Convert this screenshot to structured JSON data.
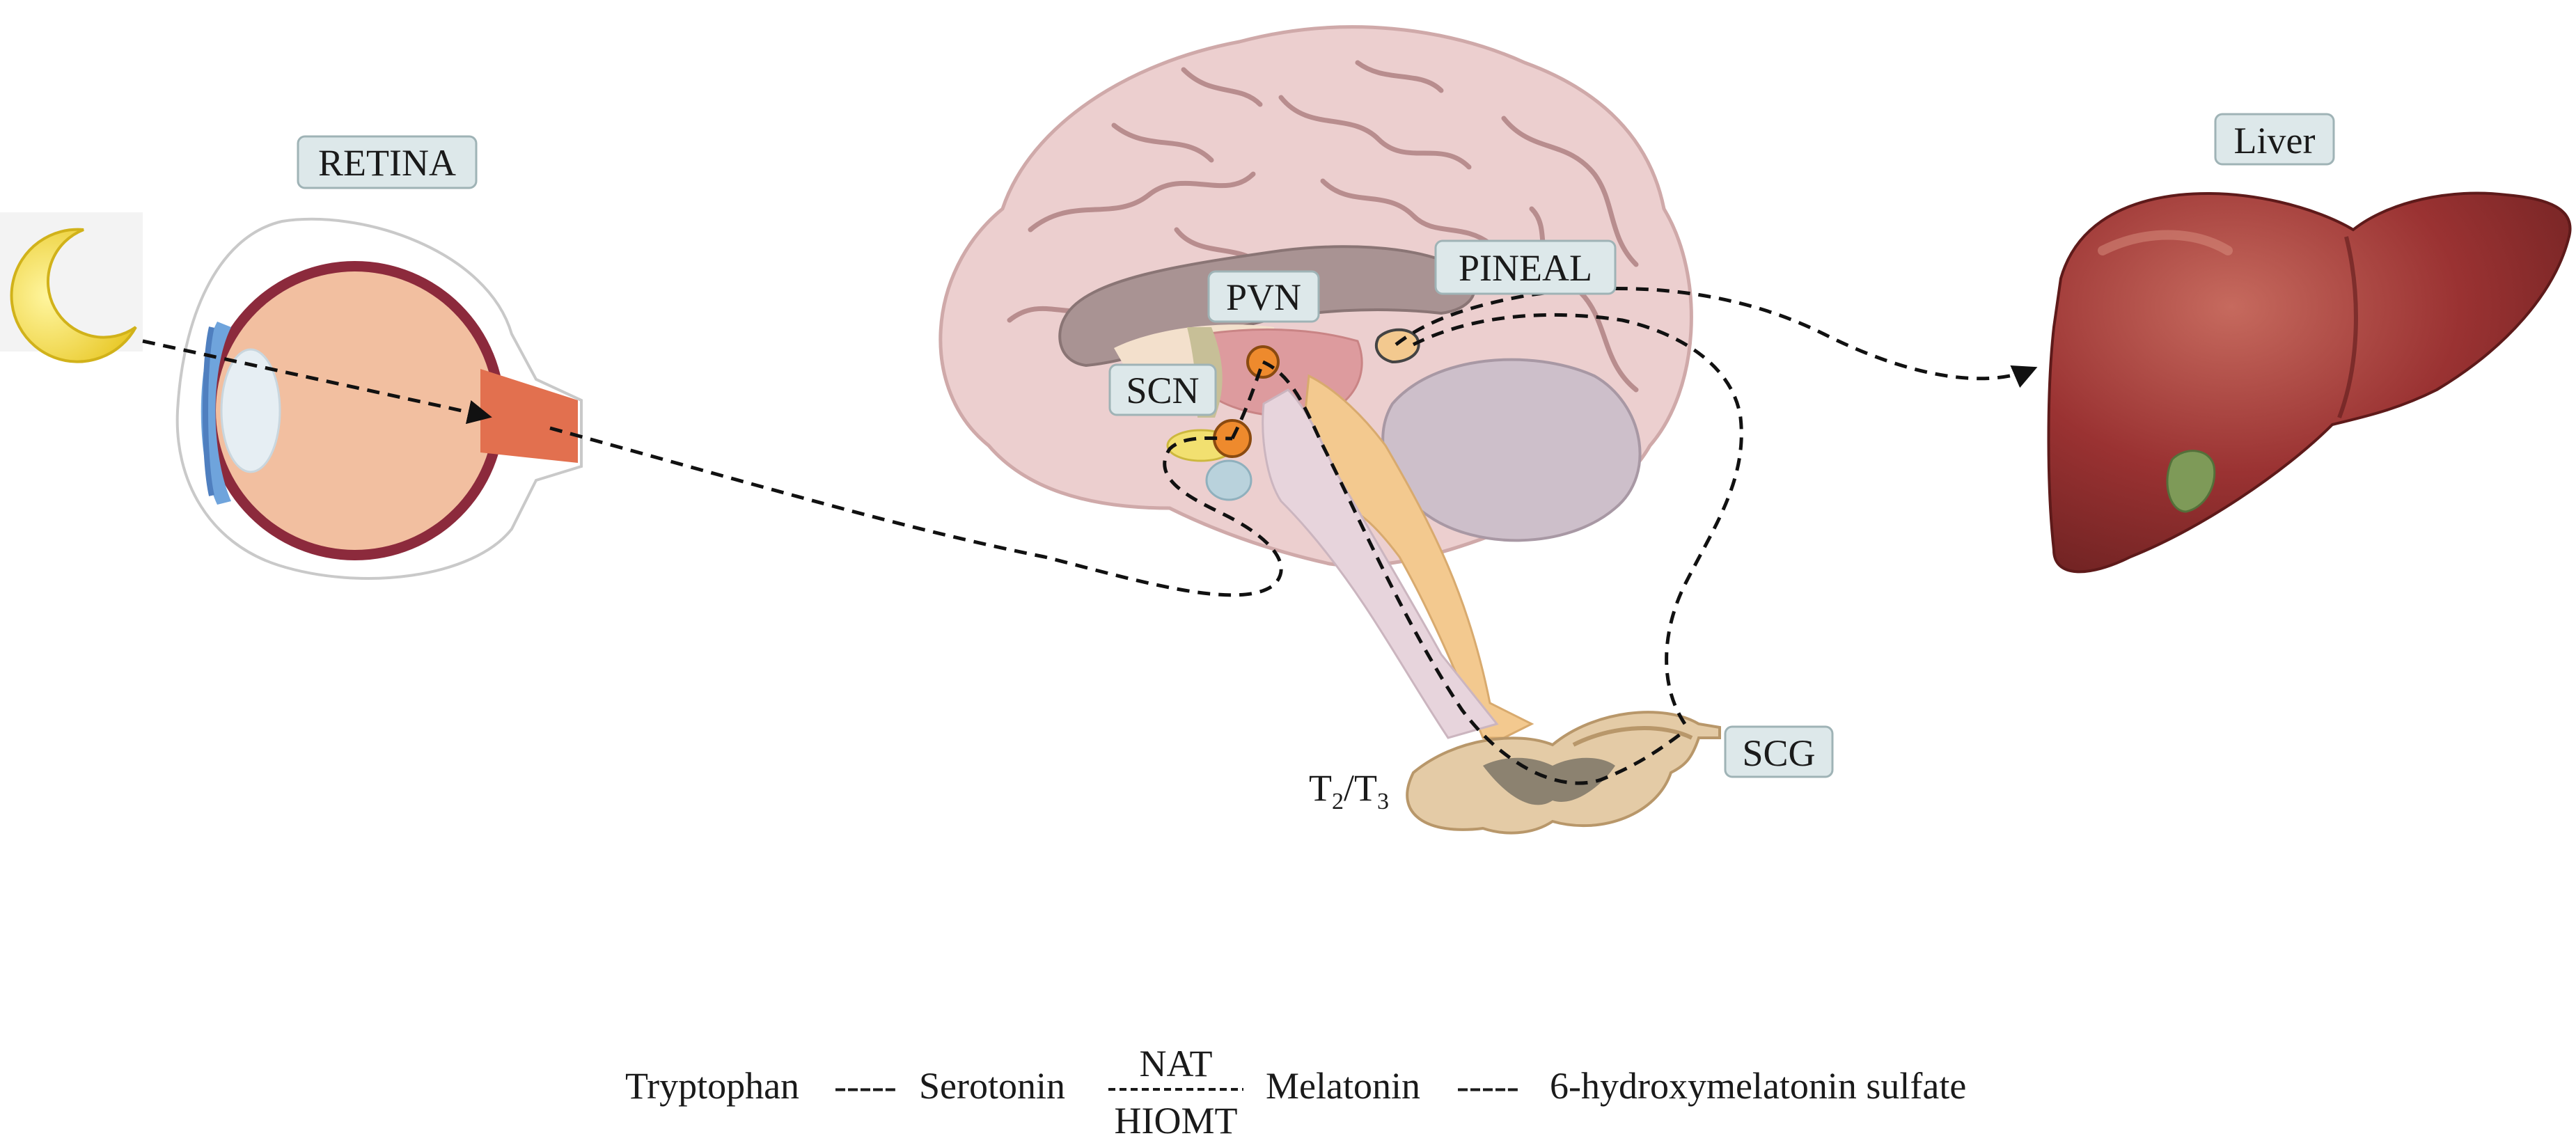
{
  "labels": {
    "retina": "RETINA",
    "pvn": "PVN",
    "pineal": "PINEAL",
    "scn": "SCN",
    "liver": "Liver",
    "scg": "SCG",
    "spinal_level_t": "T",
    "spinal_level_sub1": "2",
    "spinal_level_slash": "/T",
    "spinal_level_sub2": "3"
  },
  "pathway": {
    "tryptophan": "Tryptophan",
    "dash1": "-----",
    "serotonin": "Serotonin",
    "enzyme_top": "NAT",
    "enzyme_bottom": "HIOMT",
    "melatonin": "Melatonin",
    "dash2": "-----",
    "metabolite": "6-hydroxymelatonin sulfate"
  },
  "icons": [
    "moon-icon",
    "eye-icon",
    "brain-icon",
    "spinal-cord-icon",
    "liver-icon"
  ],
  "colors": {
    "label_box": "#dde8ea",
    "brain": "#eccfcf",
    "liver": "#9a3232",
    "moon": "#f4e64a",
    "eye": "#f2bfa0",
    "spinal": "#e4cba6"
  }
}
